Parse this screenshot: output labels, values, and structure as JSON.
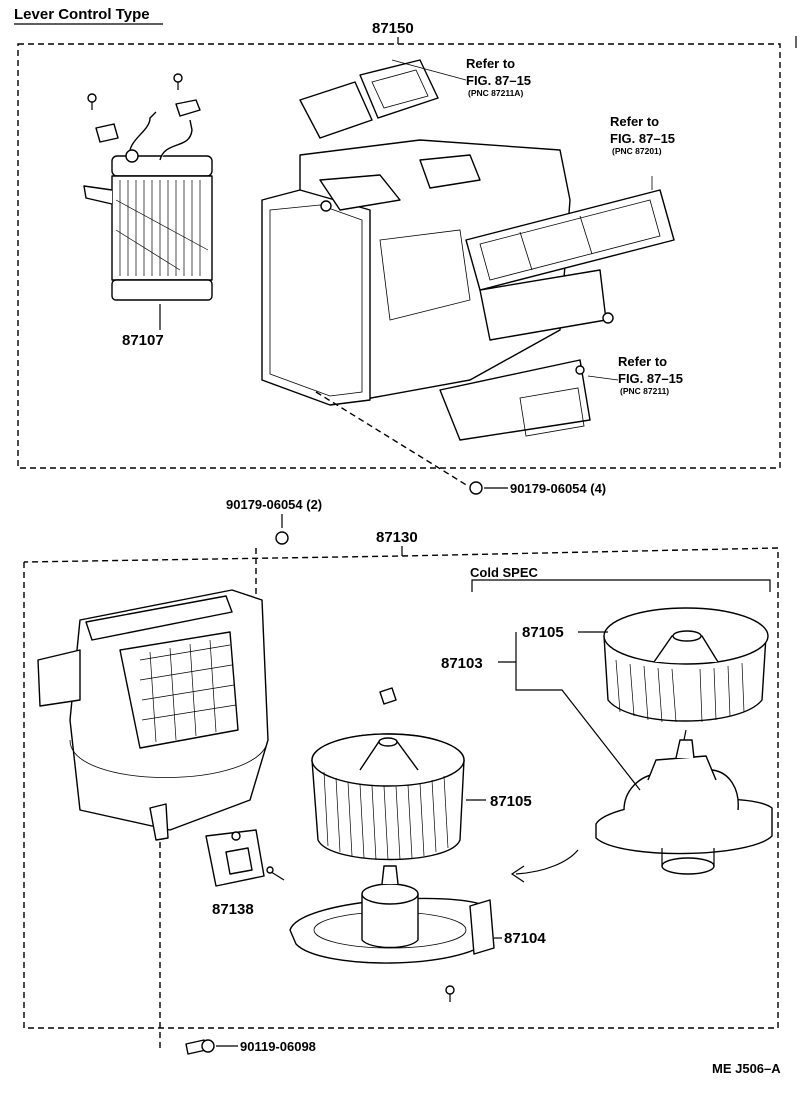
{
  "header": {
    "title": "Lever Control Type"
  },
  "parts": {
    "p87150": "87150",
    "p87107": "87107",
    "p87130": "87130",
    "p87103": "87103",
    "p87105_top": "87105",
    "p87105_mid": "87105",
    "p87104": "87104",
    "p87138": "87138",
    "screw_upper": "90179-06054 (4)",
    "screw_lower": "90179-06054 (2)",
    "bolt": "90119-06098"
  },
  "refs": [
    {
      "line1": "Refer to",
      "line2": "FIG. 87–15",
      "line3": "(PNC 87211A)"
    },
    {
      "line1": "Refer to",
      "line2": "FIG. 87–15",
      "line3": "(PNC 87201)"
    },
    {
      "line1": "Refer to",
      "line2": "FIG. 87–15",
      "line3": "(PNC 87211)"
    }
  ],
  "spec": {
    "label": "Cold SPEC"
  },
  "footer": {
    "code": "ME J506–A"
  }
}
